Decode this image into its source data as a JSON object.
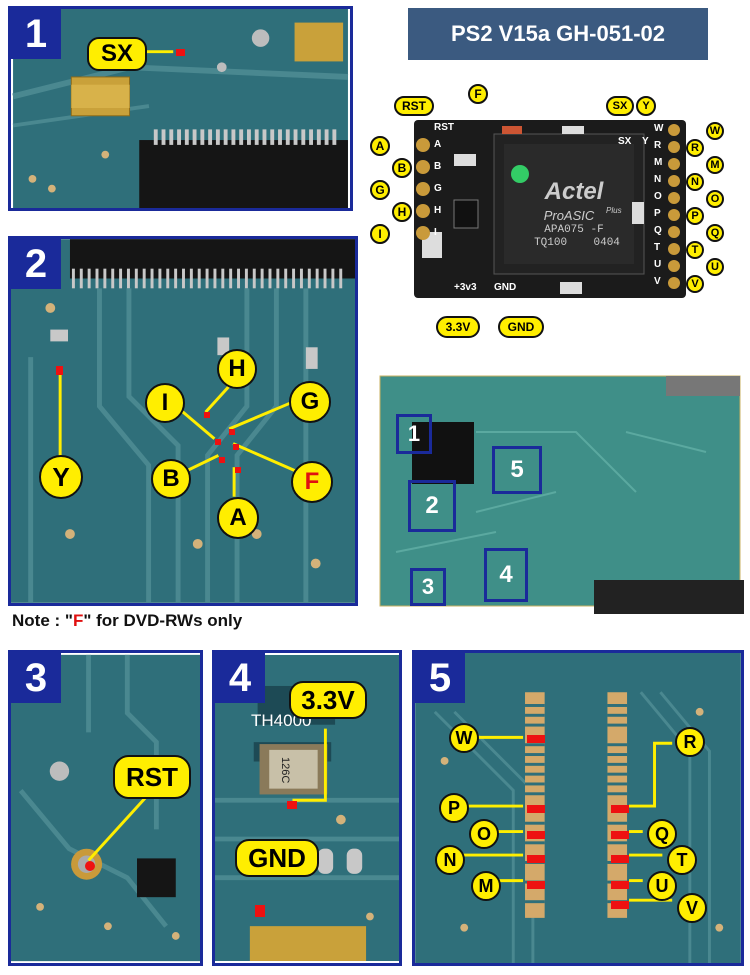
{
  "title": "PS2 V15a GH-051-02",
  "note": {
    "prefix": "Note : \"",
    "highlight": "F",
    "suffix": "\" for DVD-RWs only"
  },
  "panels": {
    "p1": {
      "number": "1",
      "labels": {
        "sx": "SX"
      }
    },
    "p2": {
      "number": "2",
      "labels": {
        "h": "H",
        "i": "I",
        "g": "G",
        "b": "B",
        "f": "F",
        "a": "A",
        "y": "Y"
      }
    },
    "p3": {
      "number": "3",
      "labels": {
        "rst": "RST"
      }
    },
    "p4": {
      "number": "4",
      "labels": {
        "v33": "3.3V",
        "gnd": "GND",
        "chip": "TH4000",
        "cap": "126C"
      }
    },
    "p5": {
      "number": "5",
      "labels": {
        "w": "W",
        "r": "R",
        "p": "P",
        "o": "O",
        "q": "Q",
        "n": "N",
        "t": "T",
        "m": "M",
        "u": "U",
        "v": "V"
      }
    }
  },
  "modchip": {
    "chip_brand": "Actel",
    "chip_line1": "ProASIC",
    "chip_plus": "Plus",
    "chip_line2": "APA075 -F",
    "chip_line3": "TQ100    0404",
    "silk_rst": "RST",
    "silk_sx": "SX",
    "silk_y": "Y",
    "silk_33": "+3v3",
    "silk_gnd": "GND",
    "left_pins": [
      "A",
      "B",
      "G",
      "H",
      "I"
    ],
    "right_pins": [
      "W",
      "R",
      "M",
      "N",
      "O",
      "P",
      "Q",
      "T",
      "U",
      "V"
    ],
    "top_labels": {
      "rst": "RST",
      "f": "F",
      "sx": "SX",
      "y": "Y"
    },
    "bottom_labels": {
      "v33": "3.3V",
      "gnd": "GND"
    }
  },
  "board_map": {
    "boxes": [
      "1",
      "2",
      "3",
      "4",
      "5"
    ]
  },
  "colors": {
    "panel_border": "#1a2a9a",
    "bubble": "#ffee00",
    "pcb": "#2f6f7a",
    "title_bg": "#3b5a80",
    "pad": "#ee1111"
  }
}
